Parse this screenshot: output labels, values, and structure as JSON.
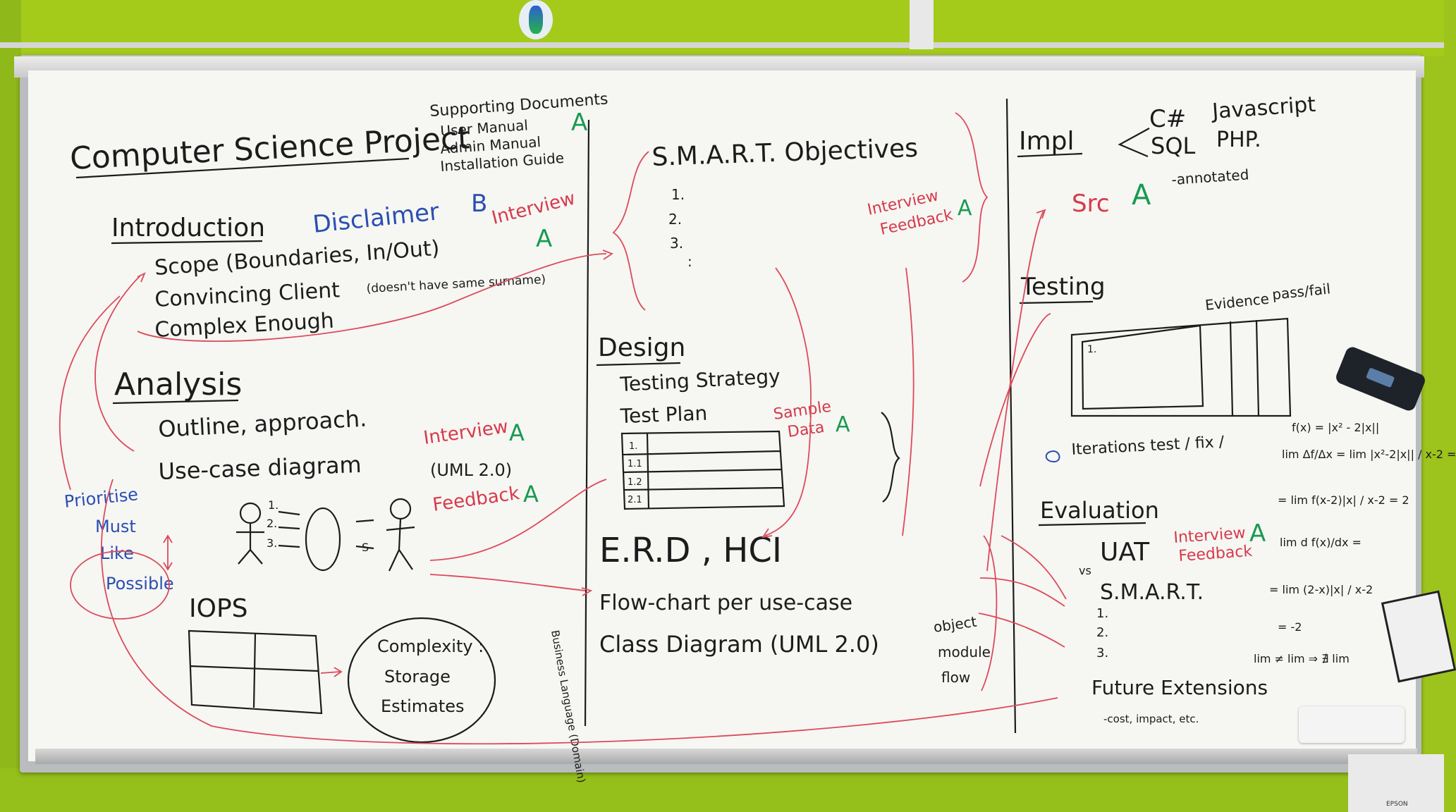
{
  "board": {
    "title": "Computer Science Project",
    "supporting": {
      "heading": "Supporting Documents",
      "items": [
        "User Manual",
        "Admin Manual",
        "Installation Guide"
      ],
      "mark": "A"
    },
    "introduction": {
      "heading": "Introduction",
      "disclaimer": "Disclaimer",
      "disclaimer_mark": "B",
      "interview": "Interview",
      "interview_mark": "A",
      "items": [
        "Scope (Boundaries, In/Out)",
        "Convincing Client",
        "Complex Enough"
      ],
      "note": "(doesn't have same surname)"
    },
    "analysis": {
      "heading": "Analysis",
      "items": [
        "Outline, approach.",
        "Use-case diagram"
      ],
      "uml": "(UML 2.0)",
      "interview": "Interview",
      "interview_mark": "A",
      "feedback": "Feedback",
      "feedback_mark": "A",
      "prioritise": {
        "heading": "Prioritise",
        "items": [
          "Must",
          "Like",
          "Possible"
        ]
      },
      "use_case_steps": [
        "1.",
        "2.",
        "3.",
        "S"
      ],
      "iops": "IOPS",
      "complexity": [
        "Complexity :",
        "Storage",
        "Estimates"
      ]
    },
    "smart": {
      "heading": "S.M.A.R.T. Objectives",
      "numbers": [
        "1.",
        "2.",
        "3.",
        ":"
      ]
    },
    "design": {
      "heading": "Design",
      "items": [
        "Testing Strategy",
        "Test Plan"
      ],
      "sample_data": [
        "Sample",
        "Data"
      ],
      "sample_mark": "A",
      "table_rows": [
        "1.",
        "1.1",
        "1.2",
        "2.1"
      ],
      "erd": "E.R.D , HCI",
      "flowchart": "Flow-chart per use-case",
      "class_diagram": "Class Diagram (UML 2.0)",
      "class_notes": [
        "object",
        "module",
        "flow"
      ],
      "business": "Business Language (Domain)",
      "interview_feedback": [
        "Interview",
        "Feedback"
      ],
      "interview_feedback_mark": "A"
    },
    "impl": {
      "heading": "Impl",
      "langs": [
        "C#",
        "Javascript",
        "SQL",
        "PHP."
      ],
      "src": "Src",
      "src_mark": "A",
      "annotated": "-annotated"
    },
    "testing": {
      "heading": "Testing",
      "evidence": "Evidence",
      "passfail": "pass/fail",
      "row1": "1.",
      "iterations": "Iterations test / fix /"
    },
    "evaluation": {
      "heading": "Evaluation",
      "items": [
        "UAT",
        "S.M.A.R.T."
      ],
      "vs": "vs",
      "numbers": [
        "1.",
        "2.",
        "3."
      ],
      "interview": "Interview",
      "feedback": "Feedback",
      "mark": "A",
      "future": "Future Extensions",
      "future_note": "-cost, impact, etc."
    },
    "math": {
      "lines": [
        "f(x) = |x² - 2|x||",
        "lim Δf/Δx = lim |x²-2|x|| / x-2 =",
        "= lim f(x-2)|x| / x-2 = 2",
        "lim d f(x)/dx =",
        "= lim (2-x)|x| / x-2",
        "= -2",
        "lim ≠ lim ⇒ ∄ lim"
      ]
    },
    "colors": {
      "black": "#1c1c1c",
      "red": "#d63a4a",
      "blue": "#2a4fb0",
      "green": "#1a9a52"
    },
    "device_label": "EPSON"
  }
}
